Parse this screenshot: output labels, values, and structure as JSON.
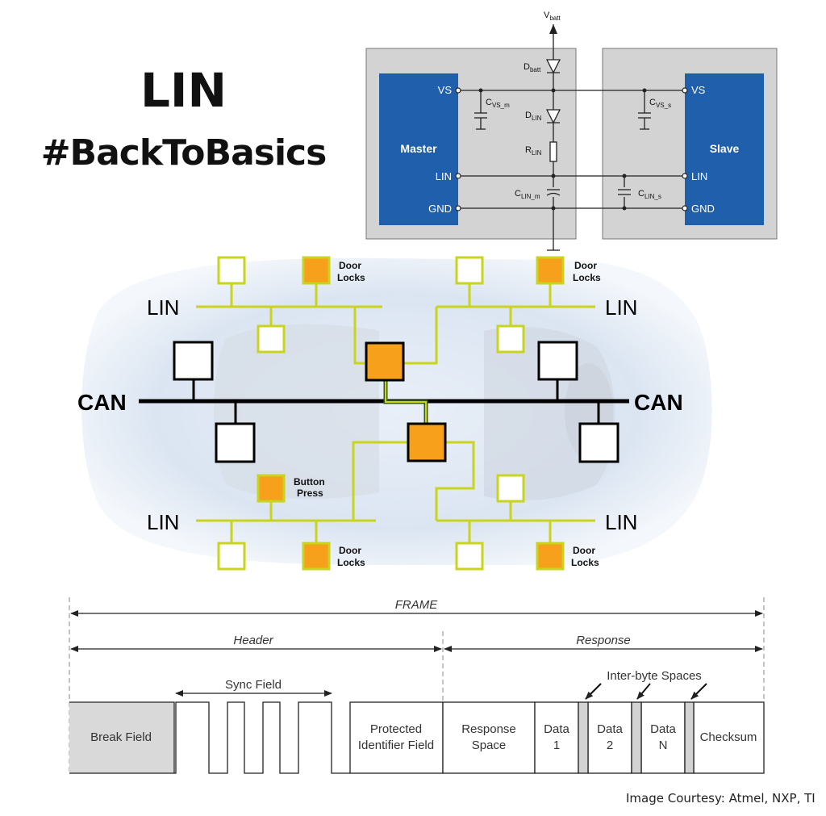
{
  "title": "LIN",
  "subtitle": "#BackToBasics",
  "schematic": {
    "vbatt": "V",
    "vbatt_sub": "batt",
    "dbatt": "D",
    "dbatt_sub": "batt",
    "dlin": "D",
    "dlin_sub": "LIN",
    "rlin": "R",
    "rlin_sub": "LIN",
    "cvs_m": "C",
    "cvs_m_sub": "VS_m",
    "cvs_s": "C",
    "cvs_s_sub": "VS_s",
    "clin_m": "C",
    "clin_m_sub": "LIN_m",
    "clin_s": "C",
    "clin_s_sub": "LIN_s",
    "master": "Master",
    "slave": "Slave",
    "pin_vs": "VS",
    "pin_lin": "LIN",
    "pin_gnd": "GND",
    "colors": {
      "box": "#1f5fac",
      "panel": "#d3d3d3"
    }
  },
  "network": {
    "lin": "LIN",
    "can": "CAN",
    "door_locks": "Door Locks",
    "door_locks_l1": "Door",
    "door_locks_l2": "Locks",
    "button_press_l1": "Button",
    "button_press_l2": "Press",
    "colors": {
      "lin_line": "#c8d41e",
      "node_orange": "#f7a01c",
      "can_line": "#000000"
    }
  },
  "frame": {
    "frame": "FRAME",
    "header": "Header",
    "response": "Response",
    "sync_field": "Sync Field",
    "inter_byte": "Inter-byte Spaces",
    "break_field": "Break Field",
    "pid_l1": "Protected",
    "pid_l2": "Identifier Field",
    "resp_space_l1": "Response",
    "resp_space_l2": "Space",
    "data1_l1": "Data",
    "data1_l2": "1",
    "data2_l1": "Data",
    "data2_l2": "2",
    "dataN_l1": "Data",
    "dataN_l2": "N",
    "checksum": "Checksum"
  },
  "credit": "Image Courtesy: Atmel, NXP, TI"
}
